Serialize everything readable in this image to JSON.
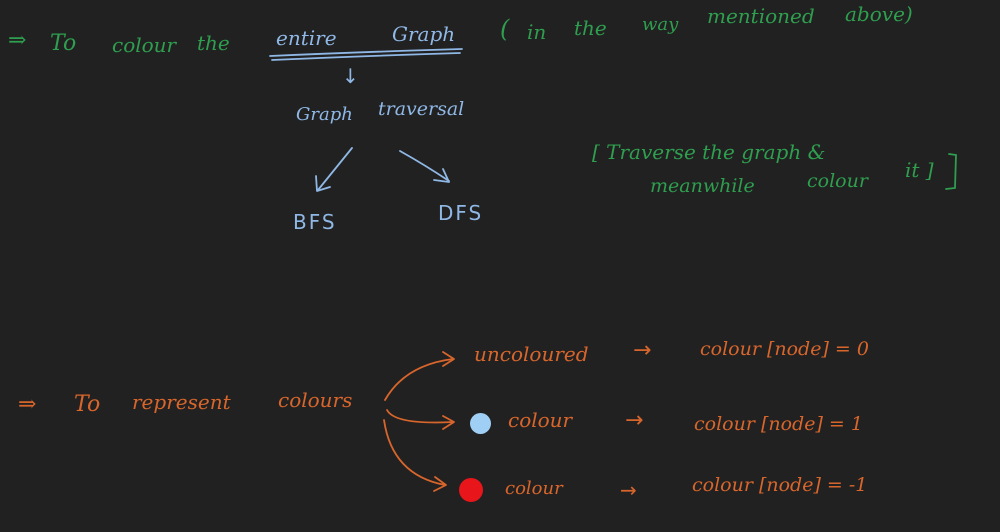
{
  "colors": {
    "background": "#222121",
    "green": "#2e9e4f",
    "blue": "#8fb8e6",
    "orange": "#d8662c",
    "dot_blue": "#9fcff5",
    "dot_red": "#e8161b"
  },
  "line1": {
    "arrow": "⇒",
    "to": "To",
    "colour": "colour",
    "the": "the",
    "entire": "entire",
    "graph": "Graph",
    "paren_open": "(",
    "in": "in",
    "the2": "the",
    "way": "way",
    "mentioned": "mentioned",
    "above": "above)"
  },
  "tree": {
    "down_arrow": "↓",
    "graph": "Graph",
    "traversal": "traversal",
    "bfs": "BFS",
    "dfs": "DFS"
  },
  "note": {
    "line1": "[ Traverse  the  graph  &",
    "line2_a": "meanwhile",
    "line2_b": "colour",
    "line2_c": "it ]"
  },
  "represent": {
    "arrow": "⇒",
    "to": "To",
    "represent": "represent",
    "colours": "colours"
  },
  "branches": [
    {
      "label": "uncoloured",
      "arrow": "→",
      "result": "colour [node] = 0"
    },
    {
      "label": "colour",
      "arrow": "→",
      "result": "colour [node] = 1"
    },
    {
      "label": "colour",
      "arrow": "→",
      "result": "colour [node] = -1"
    }
  ]
}
